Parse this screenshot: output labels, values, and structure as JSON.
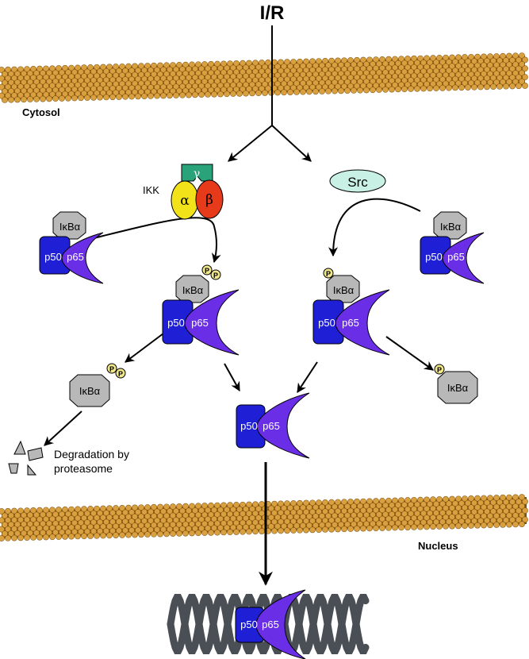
{
  "stimulus": "I/R",
  "compartments": {
    "cytosol": "Cytosol",
    "nucleus": "Nucleus"
  },
  "kinases": {
    "ikk": {
      "name": "IKK",
      "alpha": "α",
      "beta": "β",
      "gamma": "γ"
    },
    "src": "Src"
  },
  "proteins": {
    "ikba": "IκBα",
    "p50": "p50",
    "p65": "p65",
    "phospho": "P"
  },
  "degradation": {
    "line1": "Degradation by",
    "line2": "proteasome"
  },
  "colors": {
    "membrane": "#d9a040",
    "membrane_outline": "#8a5a14",
    "p50": "#1f1fd6",
    "p65": "#6a2ee6",
    "ikba": "#b8b8b8",
    "alpha": "#f2e21a",
    "beta": "#e63a1a",
    "gamma": "#2aa37a",
    "src": "#c8f0e4",
    "phospho": "#f0e68a",
    "dna": "#4a4f55"
  }
}
